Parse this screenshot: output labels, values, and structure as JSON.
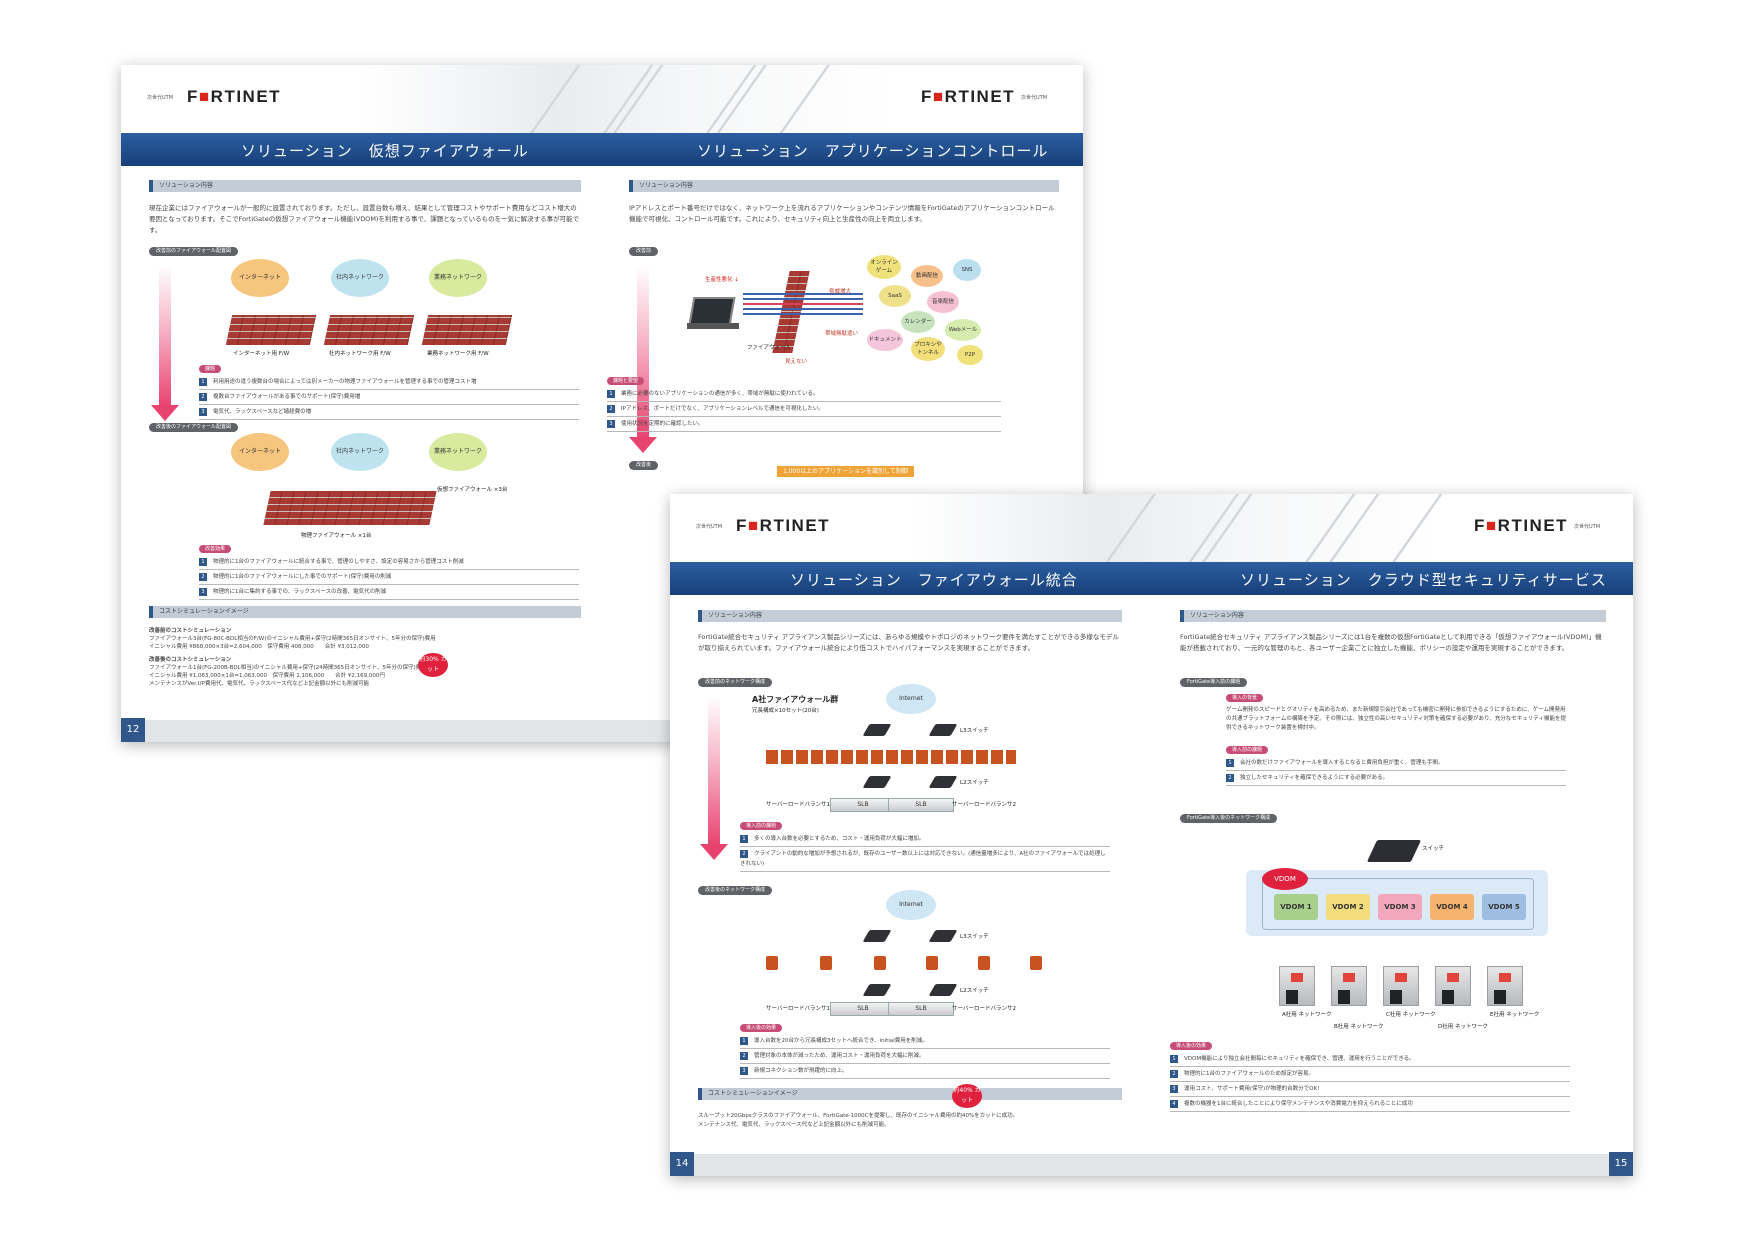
{
  "brand": {
    "logo": "F RTINET",
    "logo_mark": "■",
    "tagline": "次世代UTM"
  },
  "spread_back": {
    "left_title": "ソリューション　仮想ファイアウォール",
    "right_title": "ソリューション　アプリケーションコントロール",
    "left_section": "ソリューション内容",
    "left_intro": "現在企業にはファイアウォールが一般的に設置されております。ただし、設置台数も増え、結果として管理コストやサポート費用などコスト増大の要因となっております。そこでFortiGateの仮想ファイアウォール機能(VDOM)を利用する事で、課題となっているものを一気に解決する事が可能です。",
    "before_label": "改善前のファイアウォール配置図",
    "clouds": [
      "インターネット",
      "社内ネットワーク",
      "業務ネットワーク"
    ],
    "fw_labels": [
      "インターネット用 F/W",
      "社内ネットワーク用 F/W",
      "業務ネットワーク用 F/W"
    ],
    "issue_tag": "課題",
    "issues": [
      "利用用途の違う複数台の場合によっては別メーカーの物理ファイアウォールを管理する事での管理コスト増",
      "複数台ファイアウォールがある事でのサポート(保守)費用増",
      "電気代、ラックスペースなど諸経費の増"
    ],
    "after_label": "改善後のファイアウォール配置図",
    "virtual_fw_label": "仮想ファイアウォール ×3台",
    "physical_fw_label": "物理ファイアウォール ×1台",
    "effect_tag": "改善効果",
    "effects": [
      "物理的に1台のファイアウォールに統合する事で、管理のしやすさ、設定の容易さから管理コスト削減",
      "物理的に1台のファイアウォールにした事でのサポート(保守)費用の削減",
      "物理的に1台に集約する事での、ラックスペースの改善、電気代の削減"
    ],
    "cost_section": "コストシミュレーションイメージ",
    "cost_before_title": "改善前のコストシミュレーション",
    "cost_before_line1": "ファイアウォール3台(FG-80C-BDL相当のF/W)のイニシャル費用+保守(2時間365日オンサイト、5年分の保守)費用",
    "cost_before_line2": "イニシャル費用 ¥868,000×3台=2,604,000　保守費用 408,000　　合計 ¥3,012,000",
    "cost_after_title": "改善後のコストシミュレーション",
    "cost_after_line1": "ファイアウォール1台(FG-200B-BDL相当)のイニシャル費用+保守(24時間365日オンサイト、5年分の保守)費用",
    "cost_after_line2": "イニシャル費用 ¥1,063,000×1台=1,063,000　保守費用 1,106,000　　合計 ¥2,169,000円",
    "cost_after_line3": "メンテナンスがVer.UP費用代、電気代、ラックスペース代など上記金額以外にも削減可能",
    "save_badge": "約30% カット",
    "page_number": "12",
    "right_section": "ソリューション内容",
    "right_intro": "IPアドレスとポート番号だけではなく、ネットワーク上を流れるアプリケーションやコンテンツ情報をFortiGateのアプリケーションコントロール機能で可視化、コントロール可能です。これにより、セキュリティ向上と生産性の向上を両立します。",
    "right_before": "改善前",
    "productivity_label": "生産性悪化 ↓",
    "risk_label": "脅威増大",
    "bandwidth_label": "帯域無駄遣い",
    "firewall_label": "ファイアウォール",
    "invisible_label": "見えない",
    "apps": [
      "オンライン ゲーム",
      "動画配信",
      "SNS",
      "SaaS",
      "音楽配信",
      "カレンダー",
      "Webメール",
      "ドキュメント",
      "プロキシや トンネル",
      "P2P"
    ],
    "right_issue_tag": "課題と要望",
    "right_issues": [
      "業務に必要のないアプリケーションの通信が多く、帯域が無駄に使われている。",
      "IPアドレス、ポートだけでなく、アプリケーションレベルで通信を可視化したい。",
      "使用状況を定期的に確認したい。"
    ],
    "right_after": "改善後",
    "right_after_banner": "1,000以上のアプリケーションを識別して制御"
  },
  "spread_front": {
    "left_title": "ソリューション　ファイアウォール統合",
    "right_title": "ソリューション　クラウド型セキュリティサービス",
    "left_section": "ソリューション内容",
    "left_intro": "FortiGate統合セキュリティ アプライアンス製品シリーズには、あらゆる規模やトポロジのネットワーク要件を満たすことができる多様なモデルが取り揃えられています。ファイアウォール統合により低コストでハイパフォーマンスを実現することができます。",
    "before_label": "改善前のネットワーク構成",
    "group_title": "A社ファイアウォール群",
    "group_sub": "冗長構成×10セット(20台)",
    "internet": "Internet",
    "l3": "L3スイッチ",
    "l2": "L2スイッチ",
    "slb1": "サーバーロードバランサ1",
    "slb2": "サーバーロードバランサ2",
    "slb": "SLB",
    "issue_tag": "導入前の課題",
    "issues": [
      "多くの導入台数を必要とするため、コスト・運用負荷が大幅に増加。",
      "クライアントの動的な増加が予想されるが、既存のユーザー数以上には対応できない。(通信量増多により、A社のファイアウォールでは処理しきれない)"
    ],
    "after_label": "改善後のネットワーク構成",
    "effect_tag": "導入後の効果",
    "effects": [
      "導入台数を20台から冗長構成3セットへ統合でき、initial費用を削減。",
      "管理対象の本体が減ったため、運用コスト・運用負荷を大幅に削減。",
      "新規コネクション数が飛躍的に向上。"
    ],
    "cost_section": "コストシミュレーションイメージ",
    "cost_line": "スループット20Gbpsクラスのファイアウォール、FortiGate-1000Cを提案し、既存のイニシャル費用の約40%をカットに成功。",
    "cost_line2": "メンテナンス代、電気代、ラックスペース代など上記金額以外にも削減可能。",
    "save_badge": "約40% カット",
    "page_left": "14",
    "right_section": "ソリューション内容",
    "right_intro": "FortiGate統合セキュリティ アプライアンス製品シリーズには1台を複数の仮想FortiGateとして利用できる「仮想ファイアウォール(VDOM)」機能が搭載されており、一元的な管理のもと、各ユーザー企業ごとに独立した機能、ポリシーの設定や運用を実現することができます。",
    "right_before": "FortiGate導入前の課題",
    "bg_tag": "導入の背景",
    "bg_text": "ゲーム開発のスピードとクオリティを高めるため、また新規取引会社であっても機密に開発に参加できるようにするために、ゲーム開発用の共通プラットフォームの構築を予定。その際には、独立性の高いセキュリティ対策を確保する必要があり、充分なセキュリティ機能を提供できるネットワーク装置を検討中。",
    "right_issue_tag": "導入前の課題",
    "right_issues": [
      "会社の数だけファイアウォールを導入するとなると費用負担が重く、管理も手間。",
      "独立したセキュリティを確保できるようにする必要がある。"
    ],
    "right_config": "FortiGate導入後のネットワーク構成",
    "switch_label": "スイッチ",
    "vdom_label": "VDOM",
    "vdoms": [
      "VDOM 1",
      "VDOM 2",
      "VDOM 3",
      "VDOM 4",
      "VDOM 5"
    ],
    "networks": [
      "A社用 ネットワーク",
      "B社用 ネットワーク",
      "C社用 ネットワーク",
      "D社用 ネットワーク",
      "E社用 ネットワーク"
    ],
    "right_effect_tag": "導入後の効果",
    "right_effects": [
      "VDOM機能により独立会社間毎にセキュリティを確保でき、管理、運用を行うことができる。",
      "物理的に1台のファイアウォールのため設定が容易。",
      "運用コスト、サポート費用(保守)が物理的台数分でOK!",
      "複数の機器を1台に統合したことにより保守メンテナンスや消費電力を抑えられることに成功"
    ],
    "page_right": "15"
  },
  "colors": {
    "title_bar": "#1f4c8c",
    "accent_red": "#e0213d",
    "pink_arrow": "#e8426f",
    "brick": "#a93a33"
  }
}
